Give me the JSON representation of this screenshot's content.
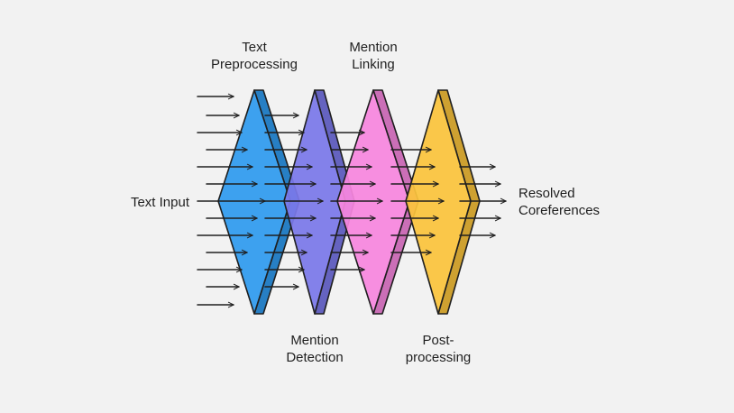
{
  "labels": {
    "input": "Text Input",
    "output": [
      "Resolved",
      "Coreferences"
    ],
    "stages": [
      {
        "lines": [
          "Text",
          "Preprocessing"
        ],
        "position": "top",
        "color": "#2f9bef"
      },
      {
        "lines": [
          "Mention",
          "Detection"
        ],
        "position": "bottom",
        "color": "#7b79ea"
      },
      {
        "lines": [
          "Mention",
          "Linking"
        ],
        "position": "top",
        "color": "#f887df"
      },
      {
        "lines": [
          "Post-",
          "processing"
        ],
        "position": "bottom",
        "color": "#fbc43c"
      }
    ]
  },
  "colors": {
    "background": "#f2f2f2",
    "stroke": "#1f1f1f"
  }
}
